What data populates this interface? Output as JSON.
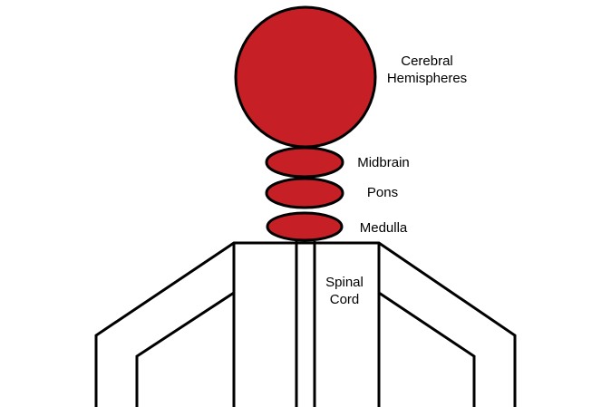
{
  "colors": {
    "structure_fill": "#c62026",
    "outline": "#000000",
    "background": "#ffffff"
  },
  "labels": {
    "cerebral": [
      "Cerebral",
      "Hemispheres"
    ],
    "midbrain": "Midbrain",
    "pons": "Pons",
    "medulla": "Medulla",
    "spinal": [
      "Spinal",
      "Cord"
    ]
  }
}
